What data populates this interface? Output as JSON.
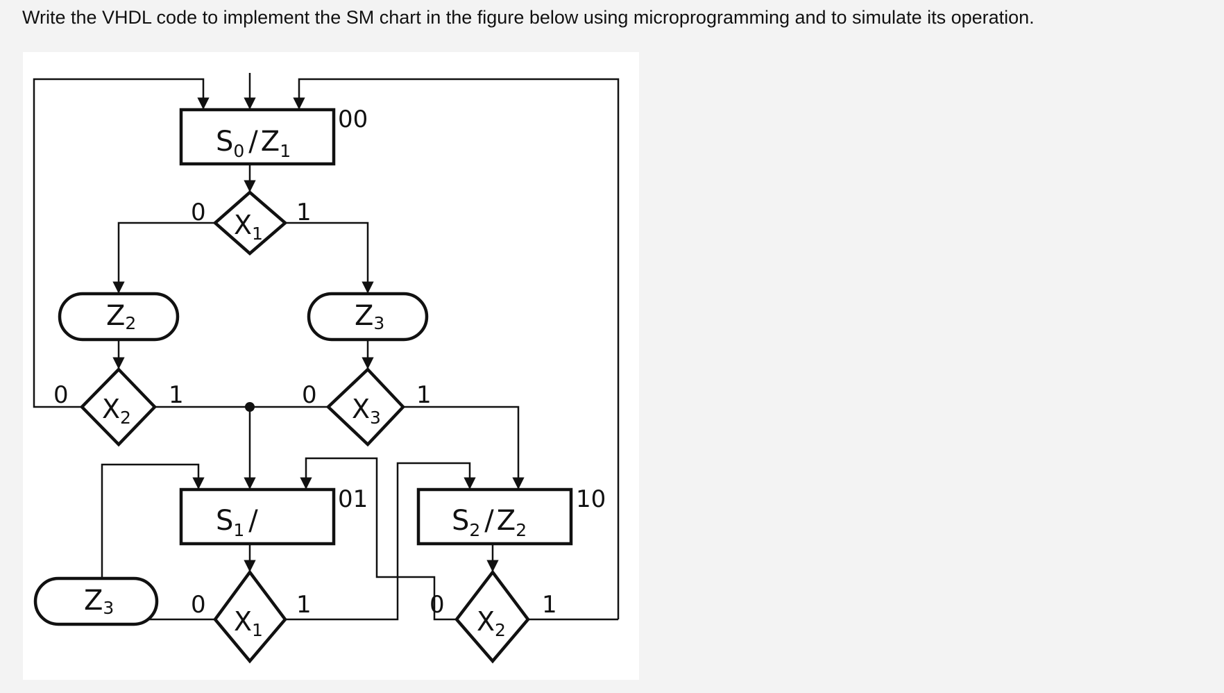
{
  "question": "Write the VHDL code to implement the SM chart in the figure below using microprogramming and to simulate its operation.",
  "diagram": {
    "states": [
      {
        "name": "S",
        "sub": "0",
        "output": "Z",
        "output_sub": "1",
        "code": "00"
      },
      {
        "name": "S",
        "sub": "1",
        "output": "",
        "output_sub": "",
        "code": "01"
      },
      {
        "name": "S",
        "sub": "2",
        "output": "Z",
        "output_sub": "2",
        "code": "10"
      }
    ],
    "decisions": [
      {
        "var": "X",
        "sub": "1",
        "false": "0",
        "true": "1"
      },
      {
        "var": "X",
        "sub": "2",
        "false": "0",
        "true": "1"
      },
      {
        "var": "X",
        "sub": "3",
        "false": "0",
        "true": "1"
      },
      {
        "var": "X",
        "sub": "1",
        "false": "0",
        "true": "1"
      },
      {
        "var": "X",
        "sub": "2",
        "false": "0",
        "true": "1"
      }
    ],
    "conditional_outputs": [
      {
        "var": "Z",
        "sub": "2"
      },
      {
        "var": "Z",
        "sub": "3"
      },
      {
        "var": "Z",
        "sub": "3"
      }
    ],
    "slash": "/"
  }
}
